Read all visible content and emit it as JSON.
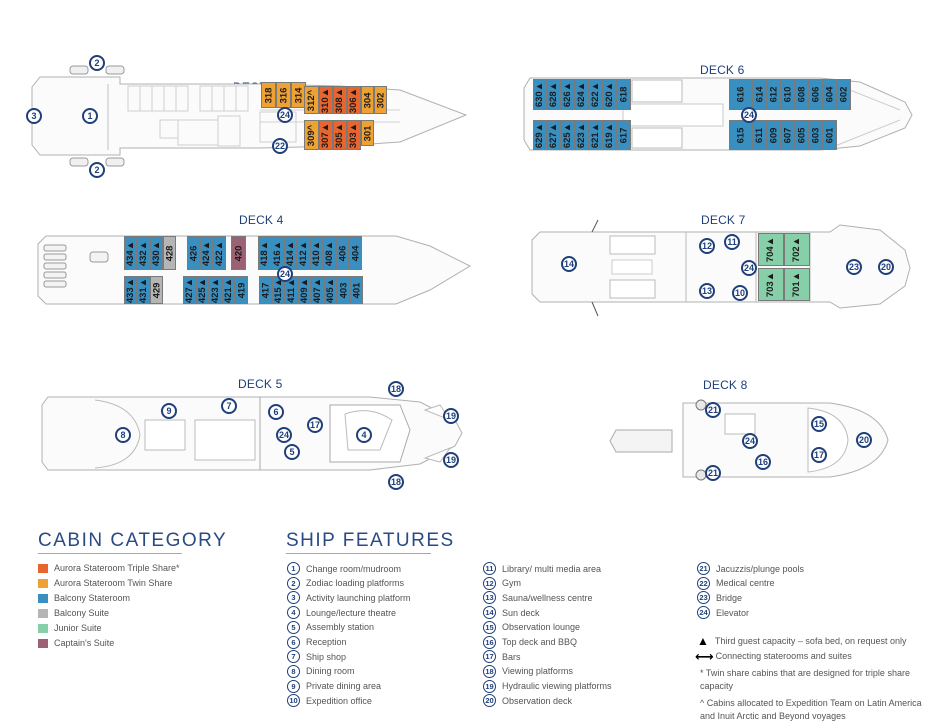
{
  "decks": {
    "deck3": {
      "title": "DECK 3",
      "cabins_top": [
        {
          "num": "318",
          "cat": "twin"
        },
        {
          "num": "316",
          "cat": "twin"
        },
        {
          "num": "314",
          "cat": "twin"
        },
        {
          "num": "312^",
          "cat": "twin"
        },
        {
          "num": "310▲",
          "cat": "triple"
        },
        {
          "num": "308▲",
          "cat": "triple"
        },
        {
          "num": "306▲",
          "cat": "triple"
        },
        {
          "num": "304",
          "cat": "twin"
        },
        {
          "num": "302",
          "cat": "twin"
        }
      ],
      "cabins_bottom": [
        {
          "num": "309^",
          "cat": "twin"
        },
        {
          "num": "307▲",
          "cat": "triple"
        },
        {
          "num": "305▲",
          "cat": "triple"
        },
        {
          "num": "303▲",
          "cat": "triple"
        },
        {
          "num": "301",
          "cat": "twin"
        }
      ],
      "features": [
        "1",
        "2",
        "2",
        "3",
        "24",
        "22"
      ]
    },
    "deck4": {
      "title": "DECK 4",
      "cabins_top": [
        {
          "num": "434▲",
          "cat": "balcony"
        },
        {
          "num": "432▲",
          "cat": "balcony"
        },
        {
          "num": "430▲",
          "cat": "balcony"
        },
        {
          "num": "428",
          "cat": "suite"
        },
        {
          "num": "426",
          "cat": "balcony"
        },
        {
          "num": "424▲",
          "cat": "balcony"
        },
        {
          "num": "422▲",
          "cat": "balcony"
        },
        {
          "num": "420",
          "cat": "captain"
        },
        {
          "num": "418▲",
          "cat": "balcony"
        },
        {
          "num": "416▲",
          "cat": "balcony"
        },
        {
          "num": "414▲",
          "cat": "balcony"
        },
        {
          "num": "412▲",
          "cat": "balcony"
        },
        {
          "num": "410▲",
          "cat": "balcony"
        },
        {
          "num": "408▲",
          "cat": "balcony"
        },
        {
          "num": "406",
          "cat": "balcony"
        },
        {
          "num": "404",
          "cat": "balcony"
        }
      ],
      "cabins_bottom": [
        {
          "num": "433▲",
          "cat": "balcony"
        },
        {
          "num": "431▲",
          "cat": "balcony"
        },
        {
          "num": "429",
          "cat": "suite"
        },
        {
          "num": "427▲",
          "cat": "balcony"
        },
        {
          "num": "425▲",
          "cat": "balcony"
        },
        {
          "num": "423▲",
          "cat": "balcony"
        },
        {
          "num": "421▲",
          "cat": "balcony"
        },
        {
          "num": "419",
          "cat": "balcony"
        },
        {
          "num": "417",
          "cat": "balcony"
        },
        {
          "num": "415▲",
          "cat": "balcony"
        },
        {
          "num": "411▲",
          "cat": "balcony"
        },
        {
          "num": "409▲",
          "cat": "balcony"
        },
        {
          "num": "407▲",
          "cat": "balcony"
        },
        {
          "num": "405▲",
          "cat": "balcony"
        },
        {
          "num": "403",
          "cat": "balcony"
        },
        {
          "num": "401",
          "cat": "balcony"
        }
      ],
      "features": [
        "24"
      ]
    },
    "deck5": {
      "title": "DECK 5",
      "features": [
        "8",
        "9",
        "7",
        "6",
        "24",
        "17",
        "5",
        "4",
        "18",
        "18",
        "19",
        "19"
      ]
    },
    "deck6": {
      "title": "DECK 6",
      "cabins_top": [
        {
          "num": "630▲",
          "cat": "balcony"
        },
        {
          "num": "628▲",
          "cat": "balcony"
        },
        {
          "num": "626▲",
          "cat": "balcony"
        },
        {
          "num": "624▲",
          "cat": "balcony"
        },
        {
          "num": "622▲",
          "cat": "balcony"
        },
        {
          "num": "620▲",
          "cat": "balcony"
        },
        {
          "num": "618",
          "cat": "balcony"
        },
        {
          "num": "616",
          "cat": "balcony"
        },
        {
          "num": "614",
          "cat": "balcony"
        },
        {
          "num": "612",
          "cat": "balcony"
        },
        {
          "num": "610",
          "cat": "balcony"
        },
        {
          "num": "608",
          "cat": "balcony"
        },
        {
          "num": "606",
          "cat": "balcony"
        },
        {
          "num": "604",
          "cat": "balcony"
        },
        {
          "num": "602",
          "cat": "balcony"
        }
      ],
      "cabins_bottom": [
        {
          "num": "629▲",
          "cat": "balcony"
        },
        {
          "num": "627▲",
          "cat": "balcony"
        },
        {
          "num": "625▲",
          "cat": "balcony"
        },
        {
          "num": "623▲",
          "cat": "balcony"
        },
        {
          "num": "621▲",
          "cat": "balcony"
        },
        {
          "num": "619▲",
          "cat": "balcony"
        },
        {
          "num": "617",
          "cat": "balcony"
        },
        {
          "num": "615",
          "cat": "balcony"
        },
        {
          "num": "611",
          "cat": "balcony"
        },
        {
          "num": "609",
          "cat": "balcony"
        },
        {
          "num": "607",
          "cat": "balcony"
        },
        {
          "num": "605",
          "cat": "balcony"
        },
        {
          "num": "603",
          "cat": "balcony"
        },
        {
          "num": "601",
          "cat": "balcony"
        }
      ],
      "features": [
        "24"
      ]
    },
    "deck7": {
      "title": "DECK 7",
      "cabins_top": [
        {
          "num": "704▲",
          "cat": "junior"
        },
        {
          "num": "702▲",
          "cat": "junior"
        }
      ],
      "cabins_bottom": [
        {
          "num": "703▲",
          "cat": "junior"
        },
        {
          "num": "701▲",
          "cat": "junior"
        }
      ],
      "features": [
        "14",
        "12",
        "11",
        "13",
        "24",
        "10",
        "23",
        "20"
      ]
    },
    "deck8": {
      "title": "DECK 8",
      "features": [
        "21",
        "21",
        "15",
        "24",
        "16",
        "17",
        "20"
      ]
    }
  },
  "legend": {
    "cabin_category": {
      "title": "CABIN CATEGORY",
      "items": [
        {
          "label": "Aurora Stateroom Triple Share*",
          "color": "#e8662e"
        },
        {
          "label": "Aurora Stateroom Twin Share",
          "color": "#eea234"
        },
        {
          "label": "Balcony Stateroom",
          "color": "#3a8fc1"
        },
        {
          "label": "Balcony Suite",
          "color": "#b5b5b5"
        },
        {
          "label": "Junior Suite",
          "color": "#87cfa8"
        },
        {
          "label": "Captain's Suite",
          "color": "#9a6272"
        }
      ]
    },
    "ship_features": {
      "title": "SHIP FEATURES",
      "items": [
        {
          "num": "1",
          "label": "Change room/mudroom"
        },
        {
          "num": "2",
          "label": "Zodiac loading platforms"
        },
        {
          "num": "3",
          "label": "Activity launching platform"
        },
        {
          "num": "4",
          "label": "Lounge/lecture theatre"
        },
        {
          "num": "5",
          "label": "Assembly station"
        },
        {
          "num": "6",
          "label": "Reception"
        },
        {
          "num": "7",
          "label": "Ship shop"
        },
        {
          "num": "8",
          "label": "Dining room"
        },
        {
          "num": "9",
          "label": "Private dining area"
        },
        {
          "num": "10",
          "label": "Expedition office"
        },
        {
          "num": "11",
          "label": "Library/ multi media area"
        },
        {
          "num": "12",
          "label": "Gym"
        },
        {
          "num": "13",
          "label": "Sauna/wellness centre"
        },
        {
          "num": "14",
          "label": "Sun deck"
        },
        {
          "num": "15",
          "label": "Observation lounge"
        },
        {
          "num": "16",
          "label": "Top deck and BBQ"
        },
        {
          "num": "17",
          "label": "Bars"
        },
        {
          "num": "18",
          "label": "Viewing platforms"
        },
        {
          "num": "19",
          "label": "Hydraulic viewing platforms"
        },
        {
          "num": "20",
          "label": "Observation deck"
        },
        {
          "num": "21",
          "label": "Jacuzzis/plunge pools"
        },
        {
          "num": "22",
          "label": "Medical centre"
        },
        {
          "num": "23",
          "label": "Bridge"
        },
        {
          "num": "24",
          "label": "Elevator"
        }
      ]
    },
    "notes": {
      "triangle_symbol": "▲",
      "triangle_text": "Third guest capacity – sofa bed, on request only",
      "arrow_symbol": "⟷",
      "arrow_text": "Connecting staterooms and suites",
      "asterisk_note": "* Twin share cabins that are designed for triple share capacity",
      "caret_note": "^ Cabins allocated to Expedition Team on Latin America and Inuit Arctic and Beyond voyages"
    }
  }
}
